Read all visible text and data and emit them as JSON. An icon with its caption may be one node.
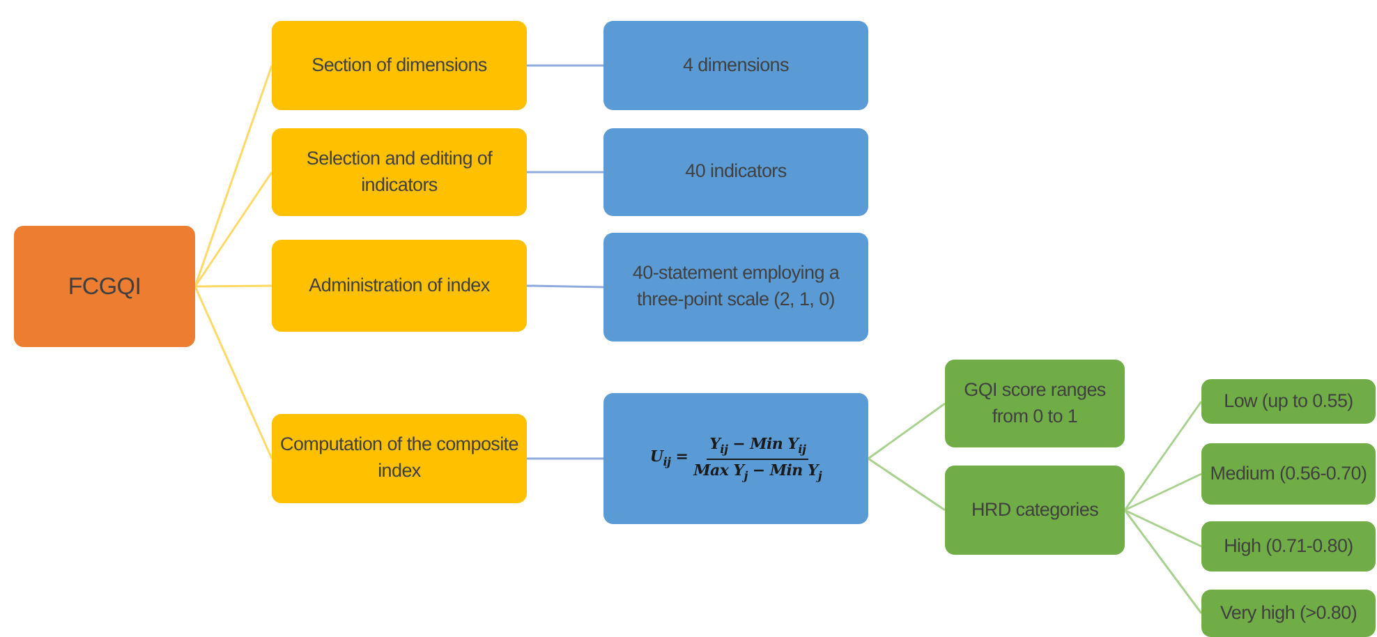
{
  "diagram": {
    "nodes": [
      {
        "text": [
          "FCGQI"
        ]
      },
      {
        "text": [
          "Section of dimensions"
        ]
      },
      {
        "text": [
          "Selection and editing of indicators"
        ]
      },
      {
        "text": [
          "Administration of index"
        ]
      },
      {
        "text": [
          "Computation of the composite index"
        ]
      },
      {
        "text": [
          "4 dimensions"
        ]
      },
      {
        "text": [
          "40 indicators"
        ]
      },
      {
        "text": [
          "40-statement employing a three-point scale (2, 1, 0)"
        ]
      },
      {
        "text": [
          "U$_{ij}$ =",
          "Y$_{ij}$ − Min Y$_{ij}$",
          "Max Y$_{j}$ − Min Y$_{j}$"
        ]
      },
      {
        "text": [
          "GQI score ranges from 0 to 1"
        ]
      },
      {
        "text": [
          "HRD categories"
        ]
      },
      {
        "text": [
          "Low (up to 0.55)"
        ]
      },
      {
        "text": [
          "Medium (0.56-0.70)"
        ]
      },
      {
        "text": [
          "High (0.71-0.80)"
        ]
      },
      {
        "text": [
          "Very high (>0.80)"
        ]
      }
    ],
    "edges": [
      {
        "from": 0,
        "to": 1,
        "arrow": "none",
        "color": "#ffd966"
      },
      {
        "from": 0,
        "to": 2,
        "arrow": "none",
        "color": "#ffd966"
      },
      {
        "from": 0,
        "to": 3,
        "arrow": "none",
        "color": "#ffd966"
      },
      {
        "from": 0,
        "to": 4,
        "arrow": "none",
        "color": "#ffd966"
      },
      {
        "from": 1,
        "to": 5,
        "arrow": "none",
        "color": "#8faadc"
      },
      {
        "from": 2,
        "to": 6,
        "arrow": "none",
        "color": "#8faadc"
      },
      {
        "from": 3,
        "to": 7,
        "arrow": "none",
        "color": "#8faadc"
      },
      {
        "from": 4,
        "to": 8,
        "arrow": "none",
        "color": "#8faadc"
      },
      {
        "from": 8,
        "to": 9,
        "arrow": "none",
        "color": "#a9d18e"
      },
      {
        "from": 8,
        "to": 10,
        "arrow": "none",
        "color": "#a9d18e"
      },
      {
        "from": 10,
        "to": 11,
        "arrow": "none",
        "color": "#a9d18e"
      },
      {
        "from": 10,
        "to": 12,
        "arrow": "none",
        "color": "#a9d18e"
      },
      {
        "from": 10,
        "to": 13,
        "arrow": "none",
        "color": "#a9d18e"
      },
      {
        "from": 10,
        "to": 14,
        "arrow": "none",
        "color": "#a9d18e"
      }
    ]
  }
}
